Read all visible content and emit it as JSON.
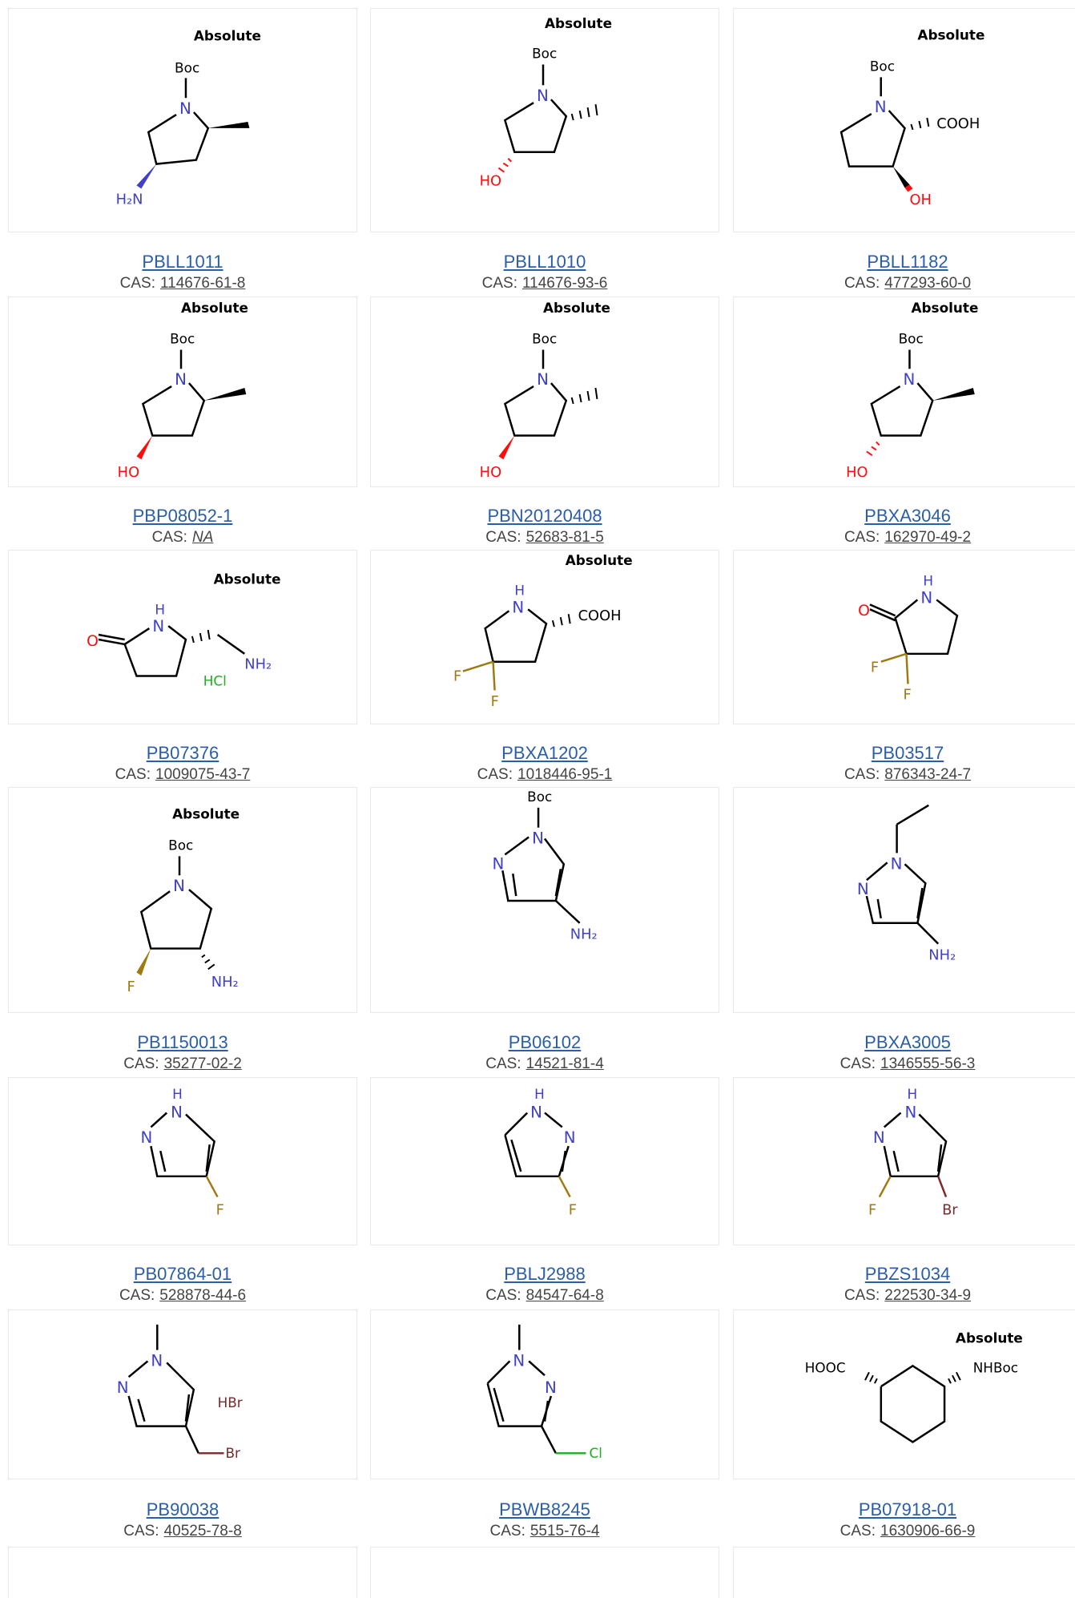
{
  "colors": {
    "link": "#2a5ea8",
    "nitrogen": "#3f3fc7",
    "oxygen": "#ff0d0d",
    "fluorine": "#a07a10",
    "chlorine": "#1fae1f",
    "bromine": "#7a2a2a",
    "bond": "#000000"
  },
  "rows": [
    [
      {
        "label": "Absolute",
        "atoms": {
          "boc": "Boc",
          "n": "N",
          "h2n": "H₂N"
        },
        "code": "PBLL1011",
        "cas": "114676-61-8"
      },
      {
        "label": "Absolute",
        "atoms": {
          "boc": "Boc",
          "n": "N",
          "oh": "HO"
        },
        "code": "PBLL1010",
        "cas": "114676-93-6"
      },
      {
        "label": "Absolute",
        "atoms": {
          "boc": "Boc",
          "n": "N",
          "cooh": "COOH",
          "oh": "OH"
        },
        "code": "PBLL1182",
        "cas": "477293-60-0"
      }
    ],
    [
      {
        "label": "Absolute",
        "atoms": {
          "boc": "Boc",
          "n": "N",
          "oh": "HO"
        },
        "code": "PBP08052-1",
        "cas": "NA"
      },
      {
        "label": "Absolute",
        "atoms": {
          "boc": "Boc",
          "n": "N",
          "oh": "HO"
        },
        "code": "PBN20120408",
        "cas": "52683-81-5"
      },
      {
        "label": "Absolute",
        "atoms": {
          "boc": "Boc",
          "n": "N",
          "oh": "HO"
        },
        "code": "PBXA3046",
        "cas": "162970-49-2"
      }
    ],
    [
      {
        "label": "Absolute",
        "atoms": {
          "o": "O",
          "nh": "H",
          "n": "N",
          "nh2": "NH₂",
          "hcl": "HCl"
        },
        "code": "PB07376",
        "cas": "1009075-43-7"
      },
      {
        "label": "Absolute",
        "atoms": {
          "nh": "H",
          "n": "N",
          "cooh": "COOH",
          "f1": "F",
          "f2": "F"
        },
        "code": "PBXA1202",
        "cas": "1018446-95-1"
      },
      {
        "label": "",
        "atoms": {
          "o": "O",
          "nh": "H",
          "n": "N",
          "f1": "F",
          "f2": "F"
        },
        "code": "PB03517",
        "cas": "876343-24-7"
      }
    ],
    [
      {
        "label": "Absolute",
        "atoms": {
          "boc": "Boc",
          "n": "N",
          "f": "F",
          "nh2": "NH₂"
        },
        "code": "PB1150013",
        "cas": "35277-02-2"
      },
      {
        "label": "",
        "atoms": {
          "boc": "Boc",
          "n1": "N",
          "n2": "N",
          "nh2": "NH₂"
        },
        "code": "PB06102",
        "cas": "14521-81-4"
      },
      {
        "label": "",
        "atoms": {
          "n1": "N",
          "n2": "N",
          "nh2": "NH₂"
        },
        "code": "PBXA3005",
        "cas": "1346555-56-3"
      }
    ],
    [
      {
        "label": "",
        "atoms": {
          "h": "H",
          "n1": "N",
          "n2": "N",
          "f": "F"
        },
        "code": "PB07864-01",
        "cas": "528878-44-6"
      },
      {
        "label": "",
        "atoms": {
          "h": "H",
          "n1": "N",
          "n2": "N",
          "f": "F"
        },
        "code": "PBLJ2988",
        "cas": "84547-64-8"
      },
      {
        "label": "",
        "atoms": {
          "h": "H",
          "n1": "N",
          "n2": "N",
          "f": "F",
          "br": "Br"
        },
        "code": "PBZS1034",
        "cas": "222530-34-9"
      }
    ],
    [
      {
        "label": "",
        "atoms": {
          "n1": "N",
          "n2": "N",
          "hbr": "HBr",
          "br": "Br"
        },
        "code": "PB90038",
        "cas": "40525-78-8"
      },
      {
        "label": "",
        "atoms": {
          "n1": "N",
          "n2": "N",
          "cl": "Cl"
        },
        "code": "PBWB8245",
        "cas": "5515-76-4"
      },
      {
        "label": "Absolute",
        "atoms": {
          "cooh": "HOOC",
          "nhboc": "NHBoc"
        },
        "code": "PB07918-01",
        "cas": "1630906-66-9"
      }
    ]
  ]
}
